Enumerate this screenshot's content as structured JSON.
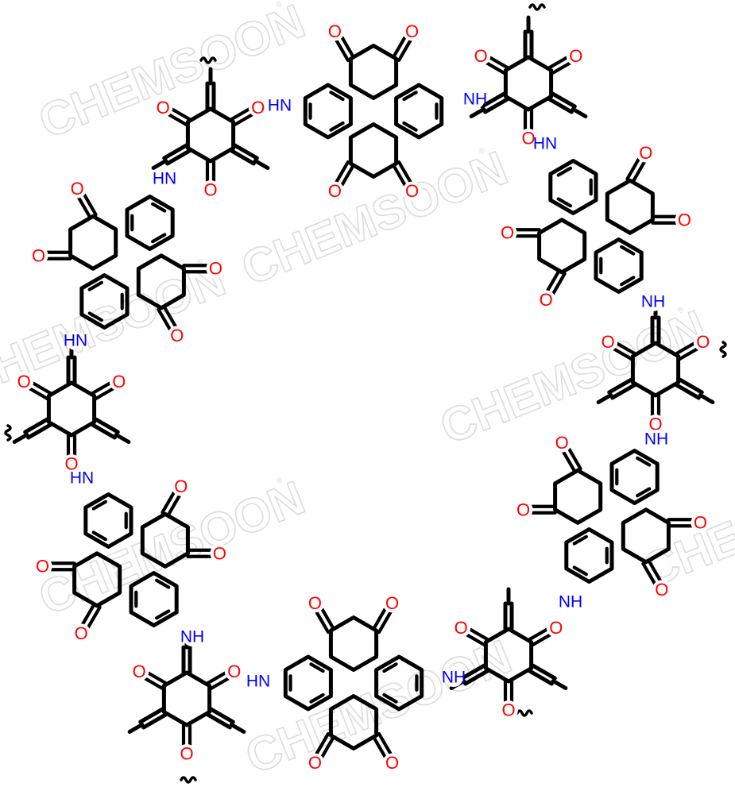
{
  "watermark": {
    "text": "CHEMSOON",
    "registered_mark": "®",
    "color": "#dcdcdc"
  },
  "colors": {
    "bond": "#000000",
    "oxygen": "#ff0000",
    "nitrogen": "#0000ff",
    "background": "#ffffff"
  },
  "atom_labels": {
    "oxygen": "O",
    "amine": "NH",
    "amine_left": "HN"
  },
  "diagram": {
    "description_type": "covalent-organic-framework pore fragment",
    "pyrene_tetraone_units": [
      {
        "id": "top"
      },
      {
        "id": "upper-right"
      },
      {
        "id": "lower-right"
      },
      {
        "id": "bottom"
      },
      {
        "id": "lower-left"
      },
      {
        "id": "upper-left"
      }
    ],
    "triketone_linkers": [
      {
        "id": "top-right"
      },
      {
        "id": "right"
      },
      {
        "id": "bottom-right"
      },
      {
        "id": "bottom-left"
      },
      {
        "id": "left"
      },
      {
        "id": "top-left"
      }
    ]
  }
}
